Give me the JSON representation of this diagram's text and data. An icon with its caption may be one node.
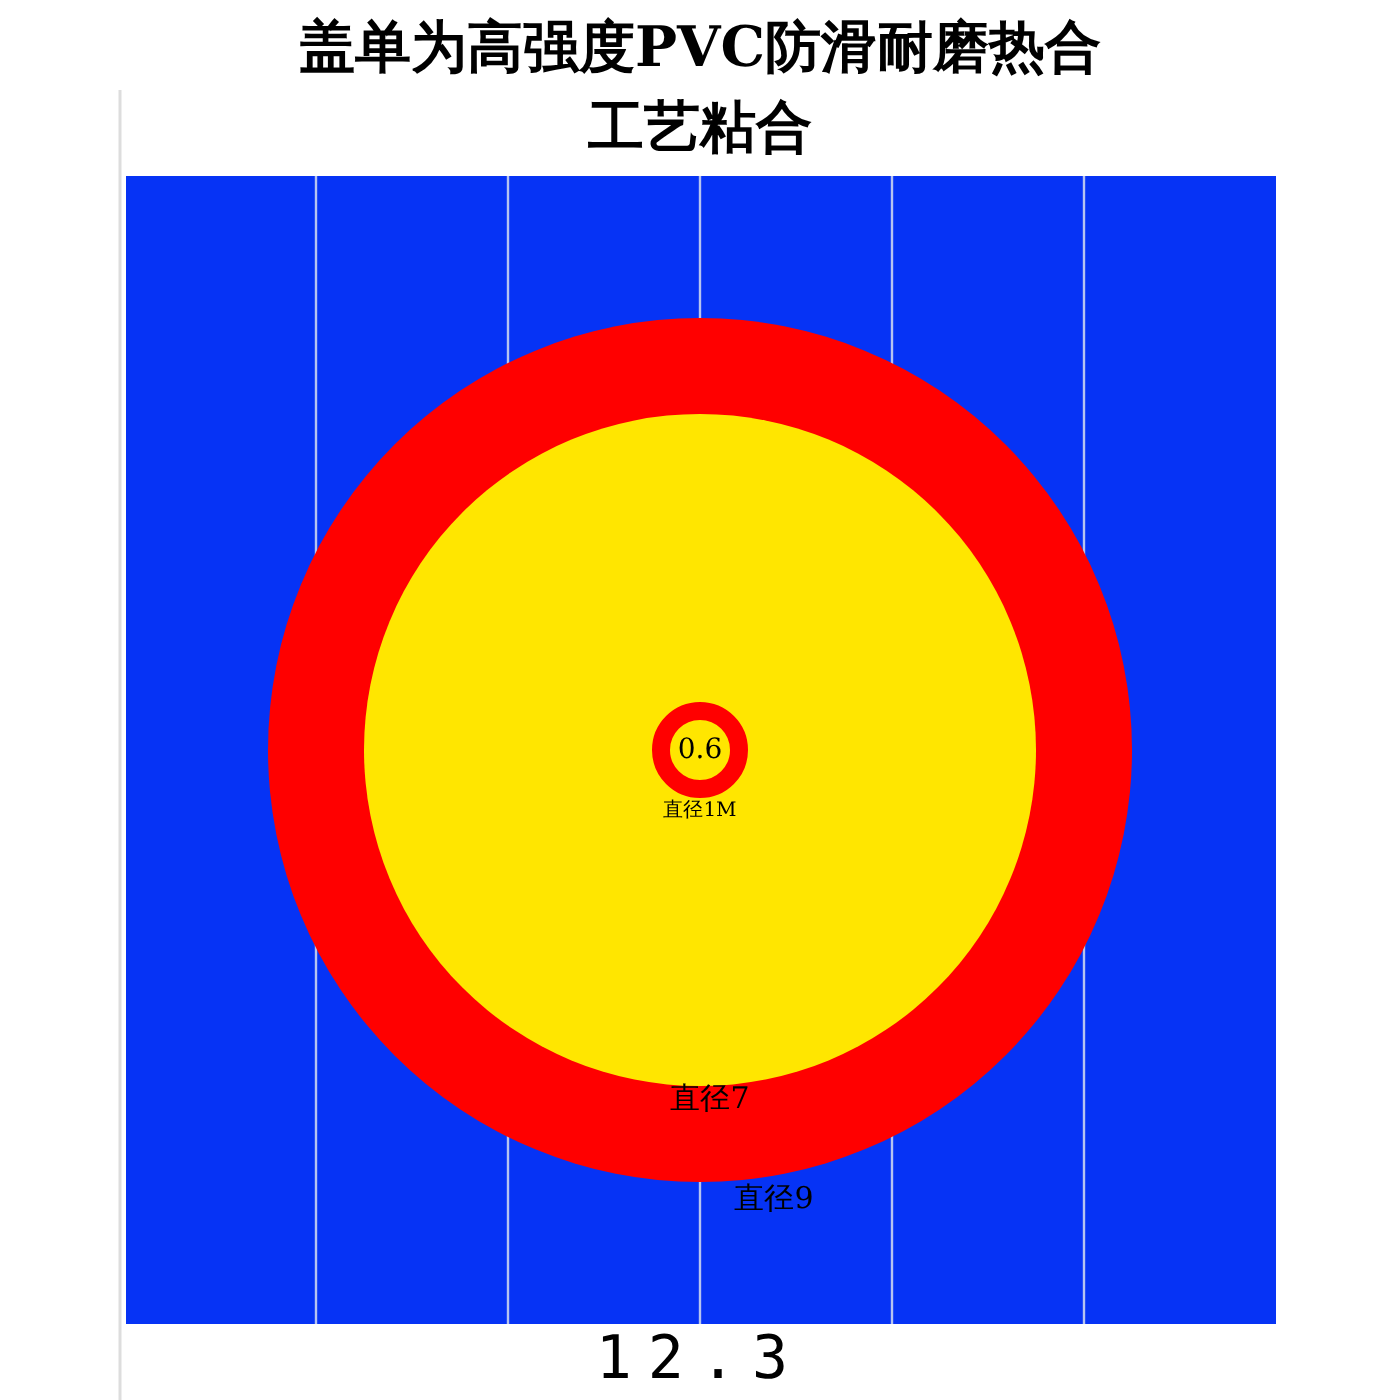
{
  "diagram": {
    "title": "盖单为高强度PVC防滑耐磨热合工艺粘合",
    "nodes": [
      {
        "text": [
          "0.6"
        ],
        "beside": [
          "直径1M"
        ]
      }
    ],
    "edges": [],
    "labels": [
      "直径7",
      "直径9",
      "12.3"
    ]
  }
}
